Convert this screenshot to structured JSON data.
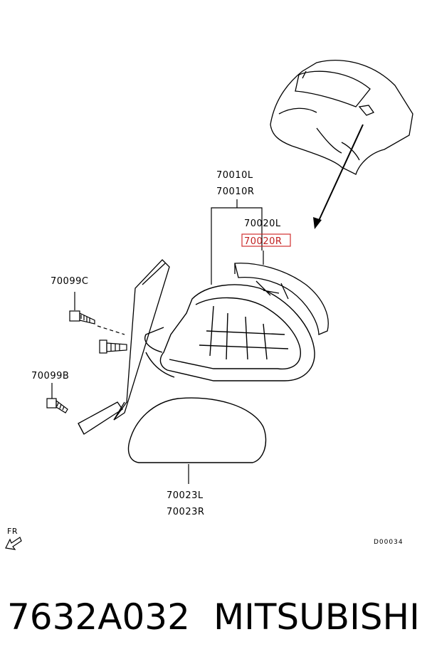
{
  "labels": {
    "assembly_l": "70010L",
    "assembly_r": "70010R",
    "cover_l": "70020L",
    "cover_r": "70020R",
    "screw_c": "70099C",
    "screw_b": "70099B",
    "glass_l": "70023L",
    "glass_r": "70023R",
    "front": "FR",
    "diagram_code": "D00034"
  },
  "footer": {
    "part_number": "7632A032",
    "brand": "MITSUBISHI"
  },
  "colors": {
    "highlight": "#d03030",
    "line": "#000000"
  }
}
